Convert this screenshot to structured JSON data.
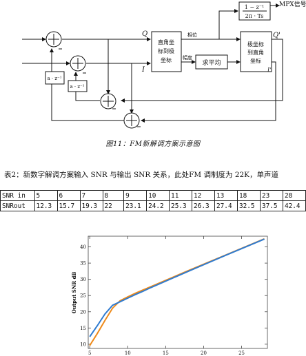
{
  "diagram": {
    "labels": {
      "q": "Q",
      "i": "I",
      "q_prime": "Q'",
      "i_prime": "I'",
      "phase": "相位",
      "amplitude": "幅度",
      "mpx": "MPX信号",
      "delay_op": "a · z⁻¹"
    },
    "blocks": {
      "rect_to_polar": [
        "直角坐",
        "标到极",
        "坐标"
      ],
      "averaging": "求平均",
      "polar_to_rect": [
        "极坐标",
        "到直角",
        "坐标"
      ],
      "filter_num": "1 − z⁻¹",
      "filter_den": "2π · Ts"
    },
    "caption": "图11：FM新解调方案示意图"
  },
  "table": {
    "title": "表2：新数字解调方案输入 SNR 与输出 SNR 关系，此处FM 调制度为 22K，单声道",
    "row_labels": [
      "SNR in",
      "SNRout"
    ],
    "snr_in": [
      "5",
      "6",
      "7",
      "8",
      "9",
      "10",
      "11",
      "12",
      "13",
      "18",
      "23",
      "28"
    ],
    "snr_out": [
      "12.3",
      "15.7",
      "19.3",
      "22",
      "23.1",
      "24.2",
      "25.3",
      "26.3",
      "27.4",
      "32.5",
      "37.5",
      "42.4"
    ]
  },
  "chart_data": {
    "type": "line",
    "title": "",
    "xlabel": "",
    "ylabel": "Output SNR dB",
    "xlim": [
      4.8,
      28.4
    ],
    "ylim": [
      8.7,
      43.3
    ],
    "xticks": [
      5,
      10,
      15,
      20,
      25
    ],
    "yticks": [
      10,
      15,
      20,
      25,
      30,
      35,
      40
    ],
    "grid": false,
    "series": [
      {
        "name": "",
        "color": "#2f7bd0",
        "x": [
          5,
          6,
          7,
          8,
          9,
          10,
          11,
          12,
          13,
          18,
          23,
          28
        ],
        "y": [
          12.3,
          15.7,
          19.3,
          22,
          23.1,
          24.2,
          25.3,
          26.3,
          27.4,
          32.5,
          37.5,
          42.4
        ]
      },
      {
        "name": "",
        "color": "#ee8a1a",
        "x": [
          5,
          6,
          7,
          8,
          9,
          10,
          11,
          12,
          13,
          18,
          23,
          28
        ],
        "y": [
          9.6,
          13.3,
          17.3,
          21.1,
          23.4,
          24.6,
          25.7,
          26.7,
          27.7,
          32.7,
          37.6,
          42.5
        ]
      }
    ]
  }
}
